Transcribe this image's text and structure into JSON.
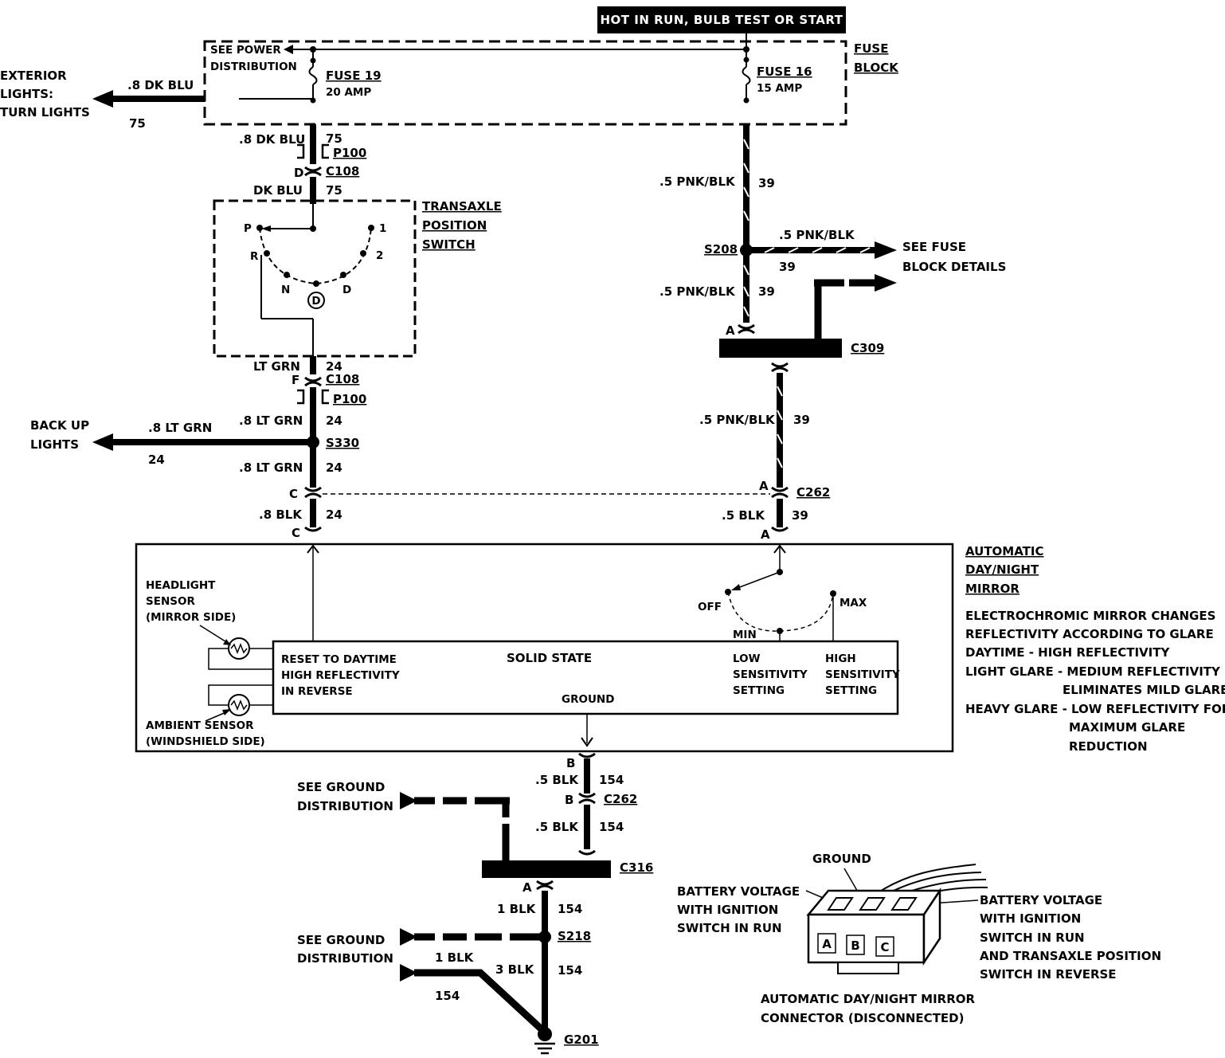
{
  "banner": "HOT IN RUN, BULB TEST OR START",
  "fuse_block": {
    "label_1": "FUSE",
    "label_2": "BLOCK",
    "see_power_1": "SEE POWER",
    "see_power_2": "DISTRIBUTION",
    "fuse19_name": "FUSE 19",
    "fuse19_rating": "20 AMP",
    "fuse16_name": "FUSE 16",
    "fuse16_rating": "15 AMP"
  },
  "exterior_lights": {
    "line1": "EXTERIOR",
    "line2": "LIGHTS:",
    "line3": "TURN LIGHTS",
    "wire": ".8 DK BLU",
    "circuit": "75"
  },
  "left_column": {
    "w1_color": ".8 DK BLU",
    "w1_circuit": "75",
    "p100_top": "P100",
    "c108_top": "C108",
    "c108_pin_top": "D",
    "w2_color": "DK BLU",
    "w2_circuit": "75",
    "w3_color": "LT GRN",
    "w3_circuit": "24",
    "c108_bottom": "C108",
    "c108_pin_bottom": "F",
    "p100_bottom": "P100",
    "w4_color": ".8 LT GRN",
    "w4_circuit": "24",
    "s330": "S330",
    "w5_color": ".8 LT GRN",
    "w5_circuit": "24",
    "c_pin_1": "C",
    "w6_color": ".8 BLK",
    "w6_circuit": "24",
    "c_pin_2": "C"
  },
  "back_up_lights": {
    "line1": "BACK UP",
    "line2": "LIGHTS",
    "wire": ".8 LT GRN",
    "circuit": "24"
  },
  "transaxle_switch": {
    "title_1": "TRANSAXLE",
    "title_2": "POSITION",
    "title_3": "SWITCH",
    "pos_p": "P",
    "pos_r": "R",
    "pos_n": "N",
    "pos_d": "D",
    "pos_d_circle": "D",
    "pos_2": "2",
    "pos_1": "1"
  },
  "right_column": {
    "w1_color": ".5 PNK/BLK",
    "w1_circuit": "39",
    "s208": "S208",
    "branch_color": ".5 PNK/BLK",
    "branch_circuit": "39",
    "see_fuse_1": "SEE FUSE",
    "see_fuse_2": "BLOCK DETAILS",
    "w2_color": ".5 PNK/BLK",
    "w2_circuit": "39",
    "c309_pin": "A",
    "c309": "C309",
    "w3_color": ".5 PNK/BLK",
    "w3_circuit": "39",
    "c262_pin": "A",
    "c262": "C262",
    "w4_color": ".5 BLK",
    "w4_circuit": "39",
    "mirror_pin": "A"
  },
  "mirror": {
    "title_1": "AUTOMATIC",
    "title_2": "DAY/NIGHT",
    "title_3": "MIRROR",
    "desc": [
      "ELECTROCHROMIC MIRROR CHANGES",
      "REFLECTIVITY ACCORDING TO GLARE",
      "DAYTIME - HIGH REFLECTIVITY",
      "LIGHT GLARE - MEDIUM REFLECTIVITY",
      "ELIMINATES MILD GLARE",
      "HEAVY GLARE - LOW REFLECTIVITY FOR",
      "MAXIMUM GLARE",
      "REDUCTION"
    ],
    "headlight_sensor": [
      "HEADLIGHT",
      "SENSOR",
      "(MIRROR SIDE)"
    ],
    "ambient_sensor": [
      "AMBIENT SENSOR",
      "(WINDSHIELD SIDE)"
    ],
    "reset_text": [
      "RESET TO DAYTIME",
      "HIGH REFLECTIVITY",
      "IN REVERSE"
    ],
    "solid_state": "SOLID STATE",
    "ground": "GROUND",
    "low_sens": [
      "LOW",
      "SENSITIVITY",
      "SETTING"
    ],
    "high_sens": [
      "HIGH",
      "SENSITIVITY",
      "SETTING"
    ],
    "off": "OFF",
    "min": "MIN",
    "max": "MAX"
  },
  "ground_section": {
    "pin_b_1": "B",
    "w1_color": ".5 BLK",
    "w1_circuit": "154",
    "pin_b_2": "B",
    "c262": "C262",
    "w2_color": ".5 BLK",
    "w2_circuit": "154",
    "c316": "C316",
    "pin_a": "A",
    "w3_color": "1 BLK",
    "w3_circuit": "154",
    "s218": "S218",
    "see_ground_1a": "SEE GROUND",
    "see_ground_1b": "DISTRIBUTION",
    "see_ground_2a": "SEE GROUND",
    "see_ground_2b": "DISTRIBUTION",
    "w4_color": "1 BLK",
    "w4_circuit": "154",
    "w5_color": "3 BLK",
    "w5_circuit": "154",
    "g201": "G201"
  },
  "connector": {
    "ground": "GROUND",
    "left_1": "BATTERY VOLTAGE",
    "left_2": "WITH IGNITION",
    "left_3": "SWITCH IN RUN",
    "right_1": "BATTERY VOLTAGE",
    "right_2": "WITH IGNITION",
    "right_3": "SWITCH IN RUN",
    "right_4": "AND TRANSAXLE POSITION",
    "right_5": "SWITCH IN REVERSE",
    "pin_a": "A",
    "pin_b": "B",
    "pin_c": "C",
    "caption_1": "AUTOMATIC DAY/NIGHT MIRROR",
    "caption_2": "CONNECTOR (DISCONNECTED)"
  }
}
